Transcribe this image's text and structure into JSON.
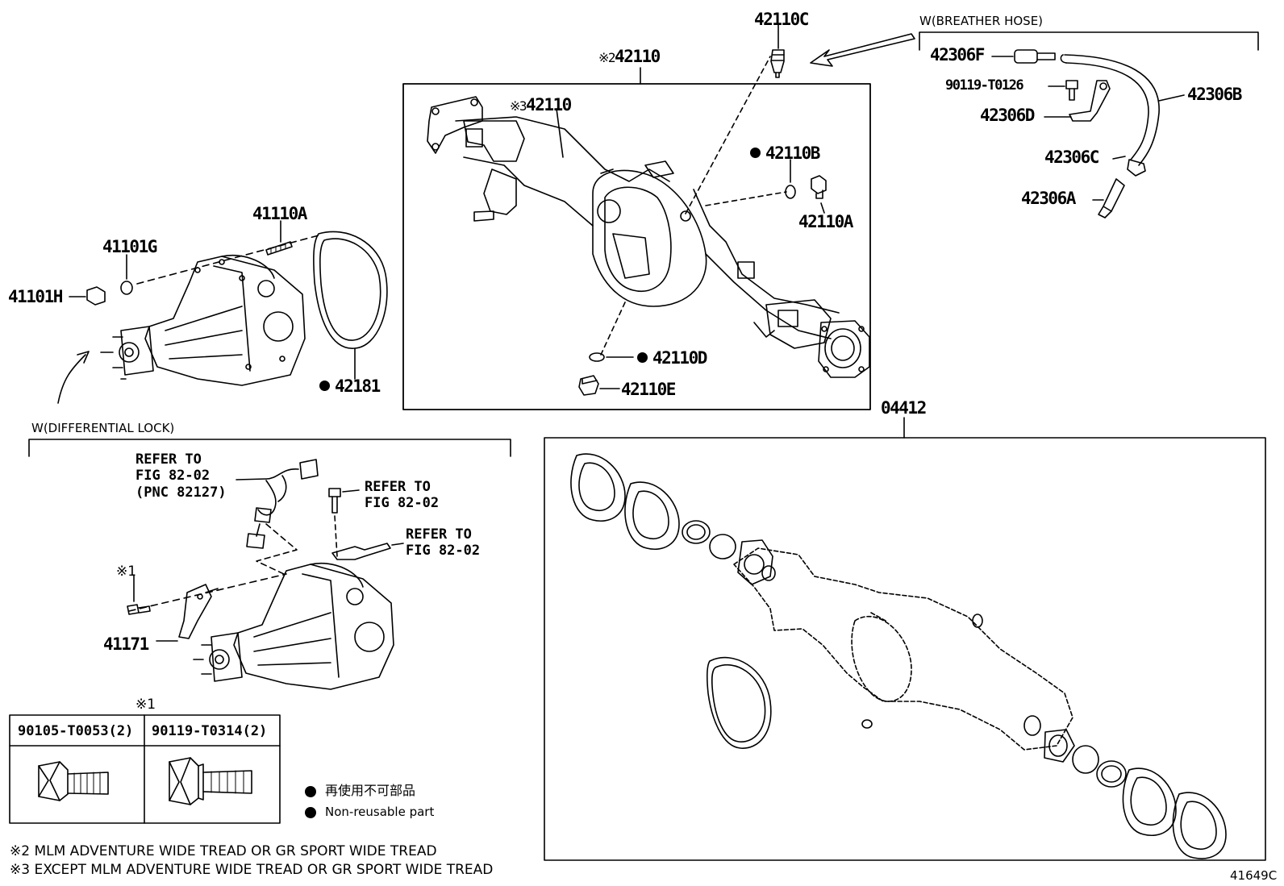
{
  "labels": {
    "p42110_main": "42110",
    "p42110_main_mark": "※2",
    "p42110_inner": "42110",
    "p42110_inner_mark": "※3",
    "p42110C": "42110C",
    "breather_title": "W(BREATHER HOSE)",
    "p42306F": "42306F",
    "p90119_T0126": "90119-T0126",
    "p42306B": "42306B",
    "p42306D": "42306D",
    "p42306C": "42306C",
    "p42306A": "42306A",
    "p42110B": "42110B",
    "p42110A": "42110A",
    "p41110A": "41110A",
    "p41101G": "41101G",
    "p41101H": "41101H",
    "p42181": "42181",
    "p42110D": "42110D",
    "p42110E": "42110E",
    "p04412": "04412",
    "diff_lock_title": "W(DIFFERENTIAL LOCK)",
    "refer1": "REFER TO\nFIG 82-02\n(PNC 82127)",
    "refer2": "REFER TO\nFIG 82-02",
    "refer3": "REFER TO\nFIG 82-02",
    "mark1_a": "※1",
    "p41171": "41171",
    "mark1_b": "※1",
    "fig_number": "41649C"
  },
  "bolt_table": {
    "col1": "90105-T0053(2)",
    "col2": "90119-T0314(2)"
  },
  "legend": {
    "line1": "再使用不可部品",
    "line2": "Non-reusable part"
  },
  "notes": {
    "note2": "※2 MLM ADVENTURE WIDE TREAD OR GR SPORT WIDE TREAD",
    "note3": "※3 EXCEPT MLM ADVENTURE WIDE TREAD OR GR SPORT WIDE TREAD"
  }
}
